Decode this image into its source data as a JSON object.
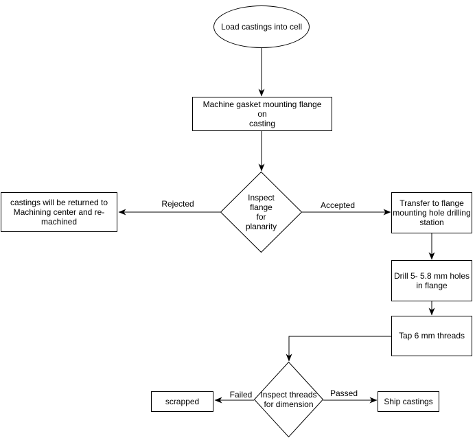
{
  "colors": {
    "stroke": "#000000",
    "fill": "#ffffff",
    "text": "#000000"
  },
  "nodes": {
    "load": {
      "type": "ellipse",
      "label": "Load castings into cell"
    },
    "machine_flange": {
      "type": "process",
      "label": "Machine gasket mounting flange\non\ncasting"
    },
    "inspect_flange": {
      "type": "decision",
      "label": "Inspect\nflange\nfor\nplanarity"
    },
    "returned": {
      "type": "process",
      "label": "castings will be returned to\nMachining center and re-\nmachined"
    },
    "transfer": {
      "type": "process",
      "label": "Transfer to flange\nmounting hole drilling\nstation"
    },
    "drill": {
      "type": "process",
      "label": "Drill 5- 5.8 mm holes\nin flange"
    },
    "tap": {
      "type": "process",
      "label": "Tap 6 mm threads"
    },
    "inspect_threads": {
      "type": "decision",
      "label": "Inspect threads\nfor dimension"
    },
    "scrapped": {
      "type": "process",
      "label": "scrapped"
    },
    "ship": {
      "type": "process",
      "label": "Ship castings"
    }
  },
  "edge_labels": {
    "rejected": "Rejected",
    "accepted": "Accepted",
    "failed": "Failed",
    "passed": "Passed"
  }
}
